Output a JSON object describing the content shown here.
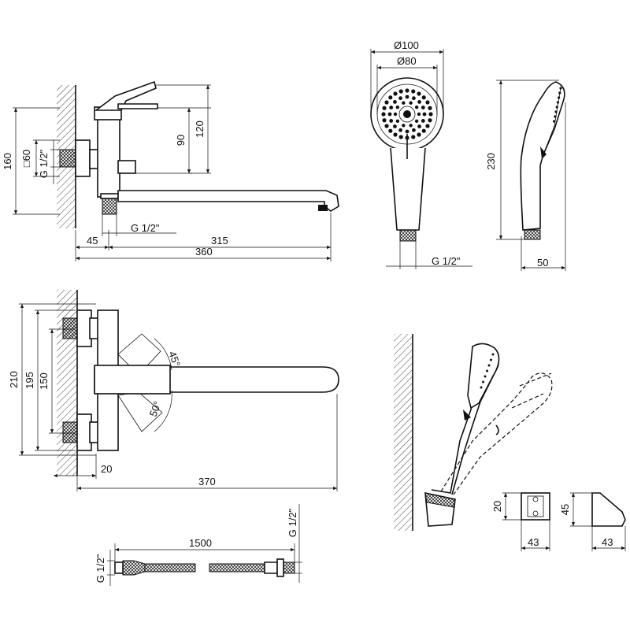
{
  "front_view": {
    "dim_height_total": "160",
    "dim_square": "□60",
    "dim_thread_left": "G 1/2\"",
    "dim_90": "90",
    "dim_120": "120",
    "dim_thread_bottom": "G 1/2\"",
    "dim_45": "45",
    "dim_315": "315",
    "dim_360": "360"
  },
  "shower_head_front": {
    "dim_outer": "Ø100",
    "dim_inner": "Ø80",
    "dim_thread": "G 1/2\""
  },
  "shower_head_side": {
    "dim_height": "230",
    "dim_width": "50"
  },
  "top_view": {
    "dim_210": "210",
    "dim_195": "195",
    "dim_150": "150",
    "dim_20": "20",
    "dim_370": "370",
    "angle_45": "45°",
    "angle_50": "50°"
  },
  "hose": {
    "dim_length": "1500",
    "thread_left": "G 1/2\"",
    "thread_right": "G 1/2\""
  },
  "holder": {
    "dim_20": "20",
    "dim_43_front": "43",
    "dim_45": "45",
    "dim_43_side": "43"
  }
}
